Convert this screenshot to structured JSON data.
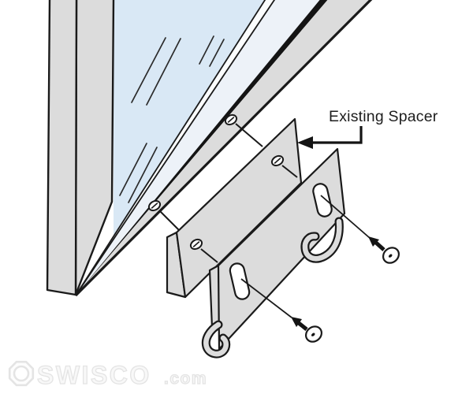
{
  "label": {
    "text": "Existing Spacer"
  },
  "watermark": {
    "brand": "SWISCO",
    "tld": ".com"
  },
  "colors": {
    "background": "#ffffff",
    "glass": "#d9e8f5",
    "glass_highlight": "#fbfdfe",
    "pale_band": "#edf2f8",
    "metal": "#dcdcdc",
    "outline": "#1a1a1a",
    "black_band": "#141414",
    "label_text": "#1d1d1d",
    "watermark_stroke": "#e4e4e4",
    "watermark_fill": "#f8f8f8"
  }
}
